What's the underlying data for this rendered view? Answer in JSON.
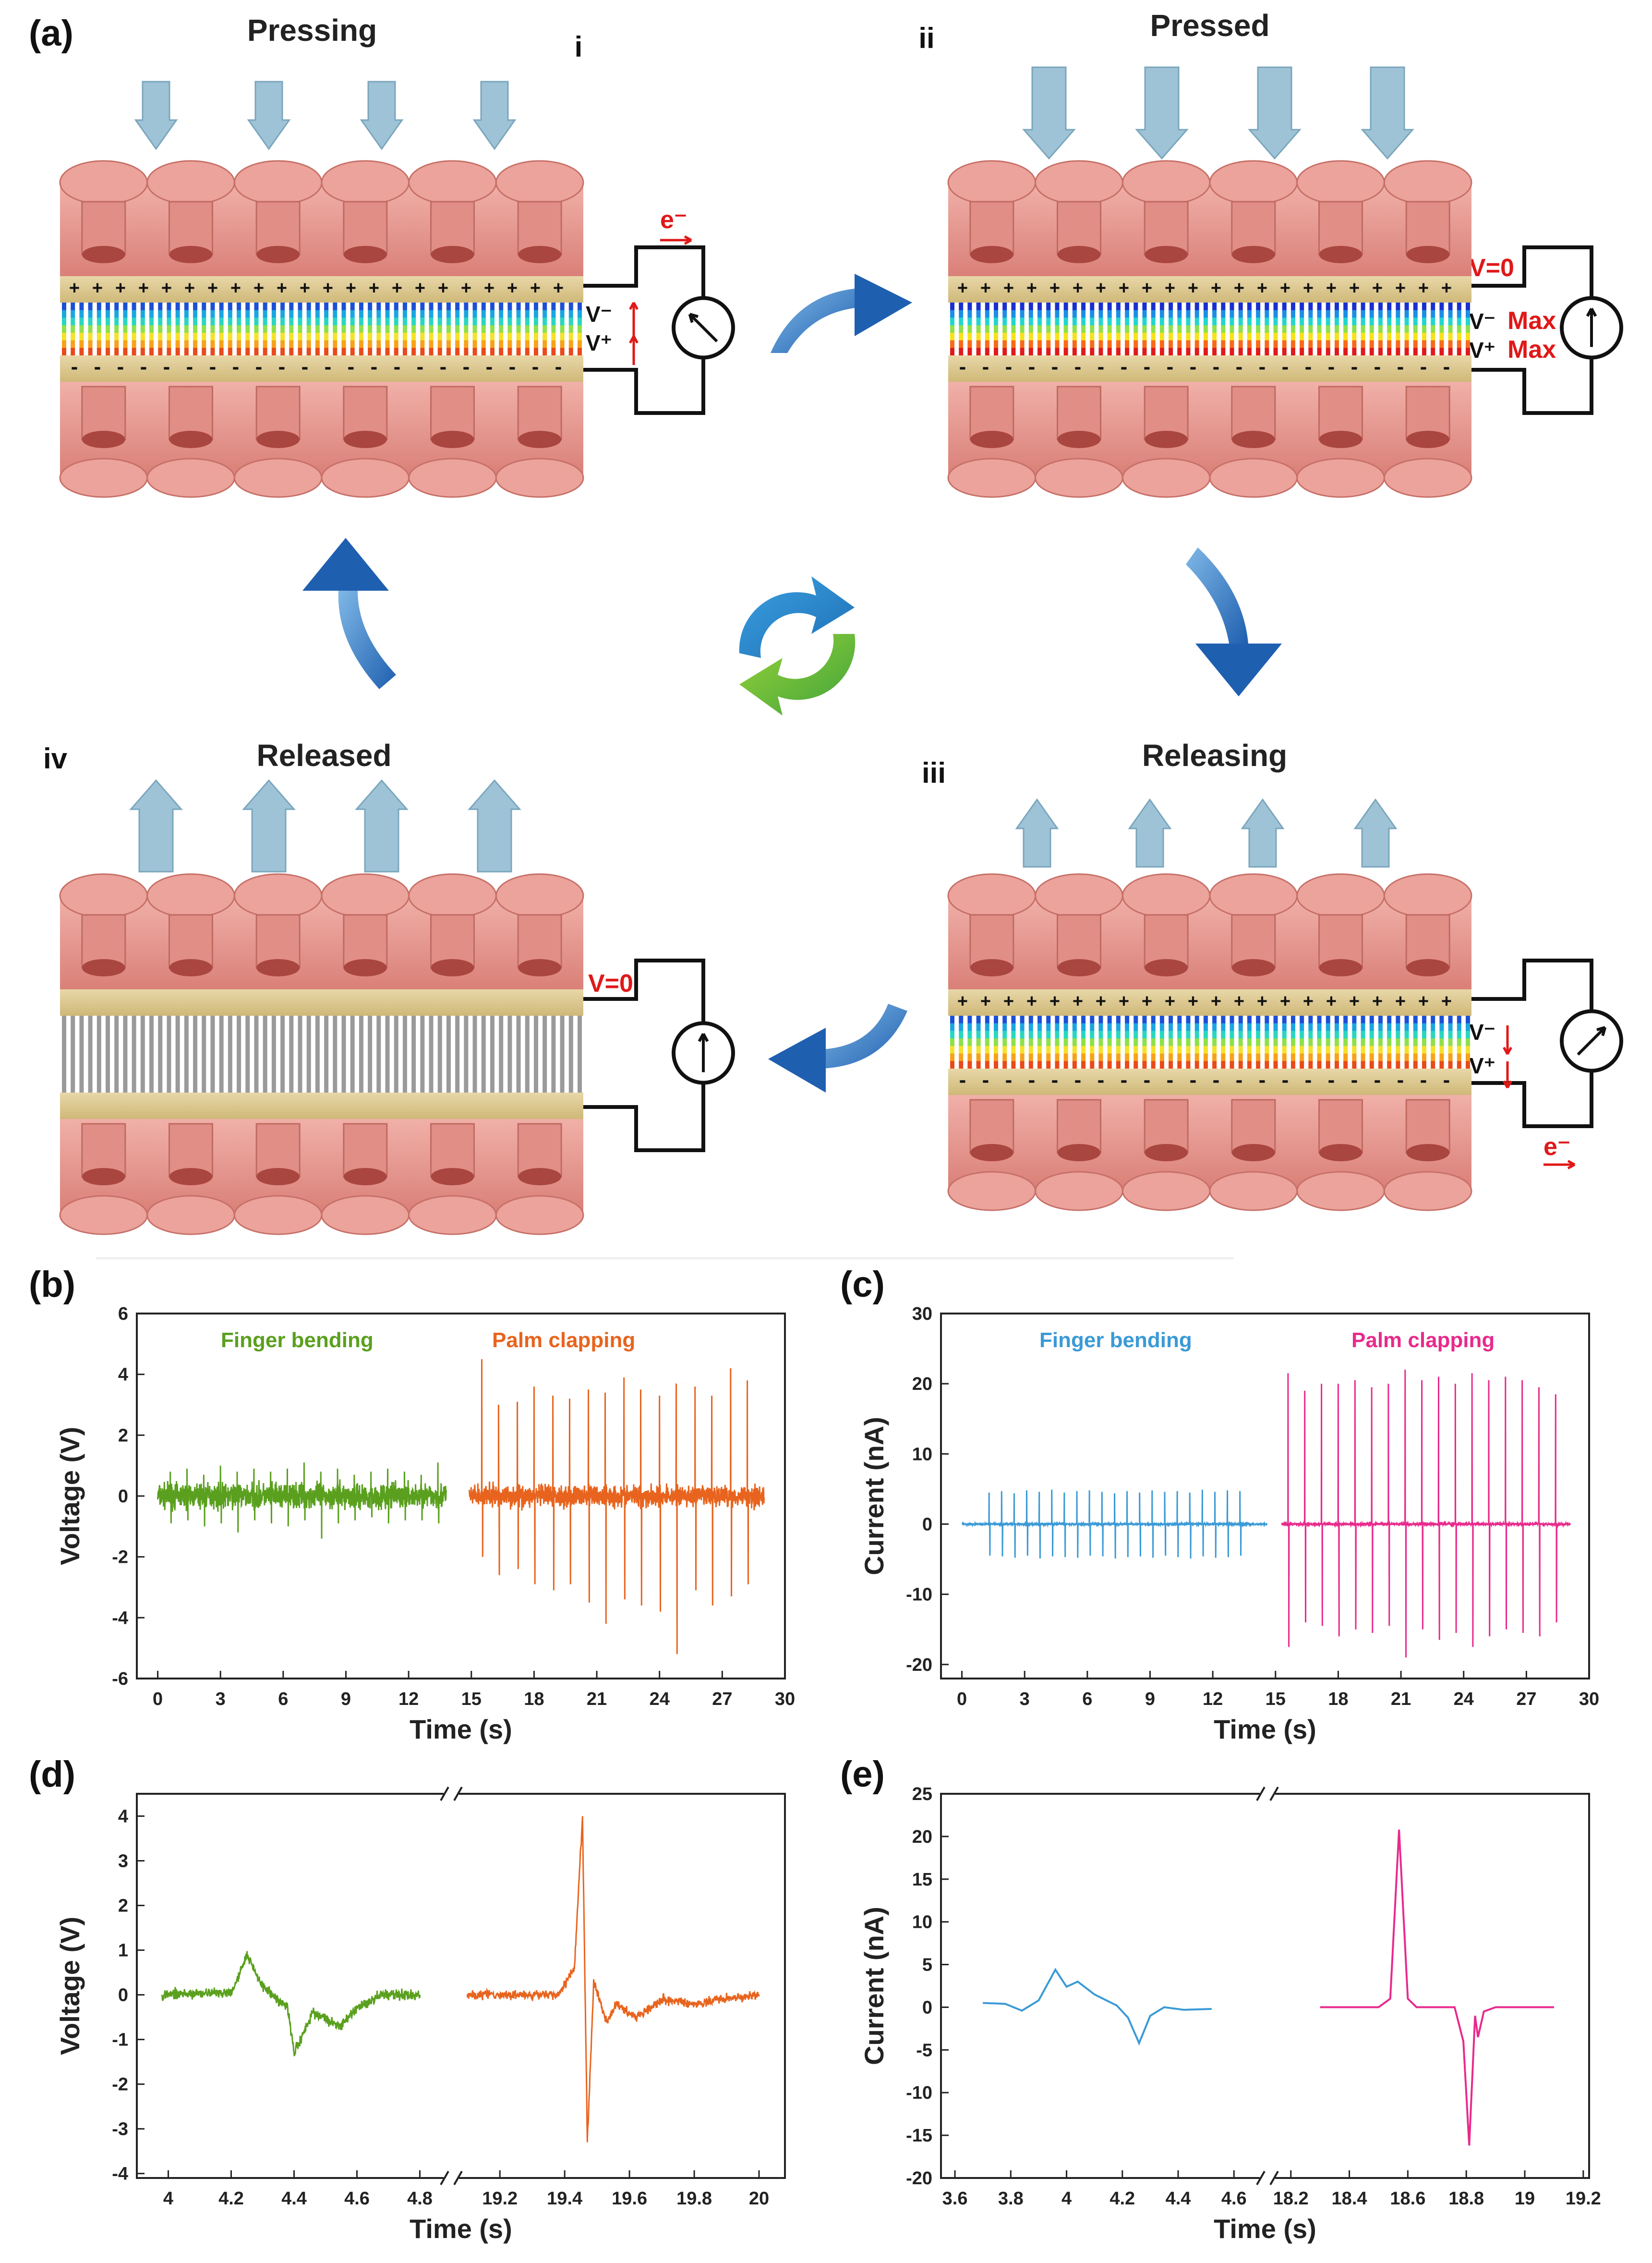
{
  "panel_labels": [
    "(a)",
    "(b)",
    "(c)",
    "(d)",
    "(e)"
  ],
  "schematic": {
    "stages": [
      {
        "roman": "i",
        "title": "Pressing"
      },
      {
        "roman": "ii",
        "title": "Pressed"
      },
      {
        "roman": "iii",
        "title": "Releasing"
      },
      {
        "roman": "iv",
        "title": "Released"
      }
    ],
    "labels": {
      "electron": "e⁻",
      "v_minus": "V⁻",
      "v_plus": "V⁺",
      "v_zero": "V=0",
      "max": "Max"
    },
    "colors": {
      "skin": "#e59a92",
      "film": "#d9c48c",
      "arrow": "#9fc3d6",
      "cycle": "#1f6fb5",
      "red": "#e01818"
    }
  },
  "chart_data": [
    {
      "panel": "(b)",
      "type": "line",
      "xlabel": "Time (s)",
      "ylabel": "Voltage (V)",
      "xlim": [
        -1,
        30
      ],
      "ylim": [
        -6,
        6
      ],
      "xticks": [
        0,
        3,
        6,
        9,
        12,
        15,
        18,
        21,
        24,
        27,
        30
      ],
      "yticks": [
        -6,
        -4,
        -2,
        0,
        2,
        4,
        6
      ],
      "series": [
        {
          "name": "Finger bending",
          "color": "#5aa01e",
          "x_range": [
            0,
            13.8
          ],
          "amplitude": 0.4,
          "peak_times": [
            0.6,
            1.4,
            2.2,
            3.0,
            3.8,
            4.6,
            5.4,
            6.2,
            7.0,
            7.8,
            8.6,
            9.4,
            10.2,
            11.0,
            11.8,
            12.6,
            13.4
          ],
          "peak_max": [
            0.8,
            0.9,
            0.7,
            1.0,
            0.8,
            0.9,
            0.8,
            0.9,
            1.1,
            0.8,
            0.9,
            0.7,
            0.8,
            0.9,
            0.8,
            0.7,
            1.1
          ],
          "peak_min": [
            -0.9,
            -0.8,
            -1.0,
            -0.9,
            -1.2,
            -0.8,
            -0.9,
            -1.0,
            -0.8,
            -1.4,
            -0.9,
            -0.8,
            -0.7,
            -0.9,
            -0.8,
            -0.8,
            -0.9
          ]
        },
        {
          "name": "Palm clapping",
          "color": "#e8641e",
          "x_range": [
            14.9,
            29.0
          ],
          "amplitude": 0.35,
          "peak_times": [
            15.5,
            16.3,
            17.2,
            18.0,
            18.9,
            19.7,
            20.6,
            21.4,
            22.3,
            23.1,
            24.0,
            24.8,
            25.7,
            26.5,
            27.4,
            28.2
          ],
          "peak_max": [
            4.5,
            3.0,
            3.1,
            3.6,
            3.3,
            3.2,
            3.5,
            3.4,
            3.9,
            3.5,
            3.3,
            3.7,
            3.6,
            3.3,
            4.2,
            3.8
          ],
          "peak_min": [
            -2.0,
            -2.6,
            -2.4,
            -2.9,
            -3.1,
            -2.9,
            -3.5,
            -4.2,
            -3.4,
            -3.6,
            -3.8,
            -5.2,
            -3.1,
            -3.6,
            -3.3,
            -2.9
          ]
        }
      ]
    },
    {
      "panel": "(c)",
      "type": "line",
      "xlabel": "Time (s)",
      "ylabel": "Current (nA)",
      "xlim": [
        -1,
        30
      ],
      "ylim": [
        -22,
        30
      ],
      "xticks": [
        0,
        3,
        6,
        9,
        12,
        15,
        18,
        21,
        24,
        27,
        30
      ],
      "yticks": [
        -20,
        -10,
        0,
        10,
        20,
        30
      ],
      "series": [
        {
          "name": "Finger bending",
          "color": "#3a9ad6",
          "x_range": [
            0,
            14.6
          ],
          "amplitude": 0.1,
          "peak_times": [
            1.3,
            1.9,
            2.5,
            3.1,
            3.7,
            4.3,
            4.9,
            5.5,
            6.1,
            6.7,
            7.3,
            7.9,
            8.5,
            9.1,
            9.7,
            10.3,
            10.9,
            11.5,
            12.1,
            12.7,
            13.3
          ],
          "peak_max": [
            4.5,
            4.7,
            4.4,
            4.8,
            4.6,
            4.9,
            4.5,
            4.7,
            4.8,
            4.6,
            4.4,
            4.7,
            4.5,
            4.8,
            4.6,
            4.7,
            4.5,
            4.9,
            4.6,
            4.8,
            4.7
          ],
          "peak_min": [
            -4.5,
            -4.6,
            -4.8,
            -4.5,
            -4.9,
            -4.6,
            -4.7,
            -4.8,
            -4.5,
            -4.6,
            -4.9,
            -4.7,
            -4.6,
            -4.8,
            -4.5,
            -4.7,
            -4.9,
            -4.6,
            -4.8,
            -4.7,
            -4.5
          ]
        },
        {
          "name": "Palm clapping",
          "color": "#e82a8c",
          "x_range": [
            15.3,
            29.1
          ],
          "amplitude": 0.15,
          "peak_times": [
            15.6,
            16.4,
            17.2,
            18.0,
            18.8,
            19.6,
            20.4,
            21.2,
            22.0,
            22.8,
            23.6,
            24.4,
            25.2,
            26.0,
            26.8,
            27.6,
            28.4
          ],
          "peak_max": [
            21.5,
            19.0,
            20.0,
            20.0,
            20.5,
            19.5,
            20.0,
            22.0,
            20.5,
            21.0,
            20.0,
            21.5,
            20.5,
            21.0,
            20.5,
            19.5,
            18.5
          ],
          "peak_min": [
            -17.5,
            -14.0,
            -14.5,
            -16.0,
            -15.0,
            -15.5,
            -14.5,
            -19.0,
            -15.0,
            -16.5,
            -15.5,
            -17.5,
            -16.0,
            -15.0,
            -15.5,
            -16.0,
            -14.0
          ]
        }
      ]
    },
    {
      "panel": "(d)",
      "type": "line",
      "xlabel": "Time (s)",
      "ylabel": "Voltage (V)",
      "ylim": [
        -4.1,
        4.5
      ],
      "yticks": [
        -4,
        -3,
        -2,
        -1,
        0,
        1,
        2,
        3,
        4
      ],
      "axis_break": true,
      "segments": [
        {
          "xlim": [
            3.9,
            4.9
          ],
          "xticks": [
            4.0,
            4.2,
            4.4,
            4.6,
            4.8
          ]
        },
        {
          "xlim": [
            19.05,
            20.08
          ],
          "xticks": [
            19.2,
            19.4,
            19.6,
            19.8,
            20.0
          ]
        }
      ],
      "series": [
        {
          "color": "#5aa01e",
          "segment": 0,
          "x_range": [
            3.98,
            4.8
          ],
          "noise": 0.12,
          "anchors": [
            [
              3.98,
              0.0
            ],
            [
              4.2,
              0.05
            ],
            [
              4.25,
              0.9
            ],
            [
              4.3,
              0.2
            ],
            [
              4.38,
              -0.3
            ],
            [
              4.4,
              -1.3
            ],
            [
              4.46,
              -0.4
            ],
            [
              4.55,
              -0.7
            ],
            [
              4.6,
              -0.3
            ],
            [
              4.68,
              0.0
            ],
            [
              4.8,
              0.0
            ]
          ]
        },
        {
          "color": "#e8641e",
          "segment": 1,
          "x_range": [
            19.1,
            20.0
          ],
          "noise": 0.1,
          "anchors": [
            [
              19.1,
              0.0
            ],
            [
              19.38,
              0.0
            ],
            [
              19.43,
              0.6
            ],
            [
              19.455,
              4.0
            ],
            [
              19.47,
              -3.3
            ],
            [
              19.49,
              0.3
            ],
            [
              19.53,
              -0.6
            ],
            [
              19.56,
              -0.2
            ],
            [
              19.62,
              -0.5
            ],
            [
              19.7,
              -0.1
            ],
            [
              19.8,
              -0.2
            ],
            [
              19.88,
              -0.1
            ],
            [
              20.0,
              0.0
            ]
          ]
        }
      ]
    },
    {
      "panel": "(e)",
      "type": "line",
      "xlabel": "Time (s)",
      "ylabel": "Current (nA)",
      "ylim": [
        -20,
        25
      ],
      "yticks": [
        -20,
        -15,
        -10,
        -5,
        0,
        5,
        10,
        15,
        20,
        25
      ],
      "axis_break": true,
      "segments": [
        {
          "xlim": [
            3.55,
            4.72
          ],
          "xticks": [
            3.6,
            3.8,
            4.0,
            4.2,
            4.4,
            4.6
          ]
        },
        {
          "xlim": [
            18.12,
            19.22
          ],
          "xticks": [
            18.2,
            18.4,
            18.6,
            18.8,
            19.0,
            19.2
          ]
        }
      ],
      "series": [
        {
          "color": "#3a9ad6",
          "segment": 0,
          "x_range": [
            3.7,
            4.52
          ],
          "noise": 0,
          "anchors": [
            [
              3.7,
              0.5
            ],
            [
              3.78,
              0.4
            ],
            [
              3.84,
              -0.4
            ],
            [
              3.9,
              0.8
            ],
            [
              3.96,
              4.4
            ],
            [
              4.0,
              2.4
            ],
            [
              4.04,
              3.0
            ],
            [
              4.1,
              1.5
            ],
            [
              4.18,
              0.2
            ],
            [
              4.22,
              -1.2
            ],
            [
              4.26,
              -4.2
            ],
            [
              4.3,
              -1.0
            ],
            [
              4.35,
              0.0
            ],
            [
              4.42,
              -0.3
            ],
            [
              4.52,
              -0.2
            ]
          ]
        },
        {
          "color": "#e82a8c",
          "segment": 1,
          "x_range": [
            18.3,
            19.1
          ],
          "noise": 0,
          "anchors": [
            [
              18.3,
              0.0
            ],
            [
              18.5,
              0.0
            ],
            [
              18.54,
              1.0
            ],
            [
              18.57,
              20.8
            ],
            [
              18.6,
              1.0
            ],
            [
              18.63,
              0.0
            ],
            [
              18.76,
              0.0
            ],
            [
              18.79,
              -4.0
            ],
            [
              18.81,
              -16.2
            ],
            [
              18.83,
              -1.0
            ],
            [
              18.84,
              -3.5
            ],
            [
              18.86,
              -0.5
            ],
            [
              18.9,
              0.0
            ],
            [
              19.1,
              0.0
            ]
          ]
        }
      ]
    }
  ]
}
